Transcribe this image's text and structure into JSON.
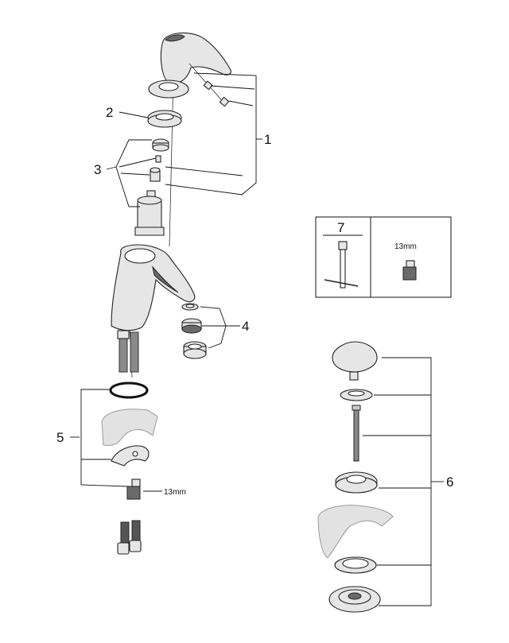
{
  "callouts": {
    "part_1": "1",
    "part_2": "2",
    "part_3": "3",
    "part_4": "4",
    "part_5": "5",
    "part_6": "6",
    "part_7": "7"
  },
  "tool_box": {
    "tool_number": "7",
    "wrench_size": "13mm"
  },
  "hose_wrench_size": "13mm"
}
